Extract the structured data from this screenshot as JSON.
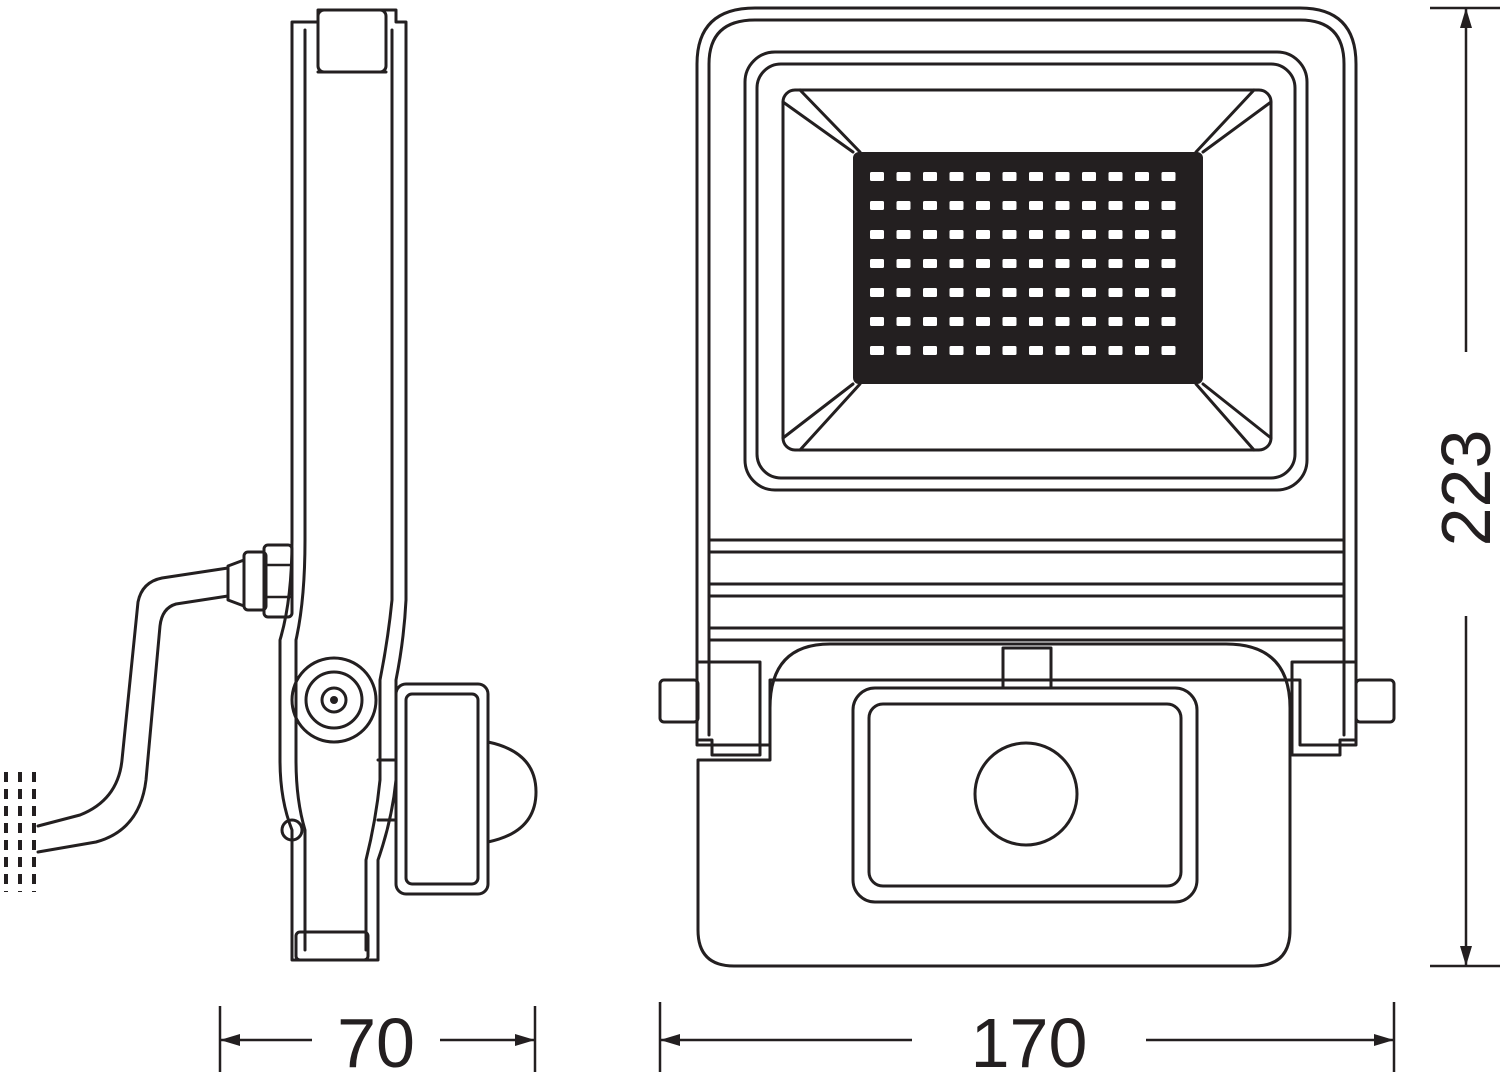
{
  "dimensions": {
    "depth": {
      "value": "70"
    },
    "width": {
      "value": "170"
    },
    "height": {
      "value": "223"
    }
  },
  "colors": {
    "line": "#231f20",
    "background": "#ffffff"
  }
}
